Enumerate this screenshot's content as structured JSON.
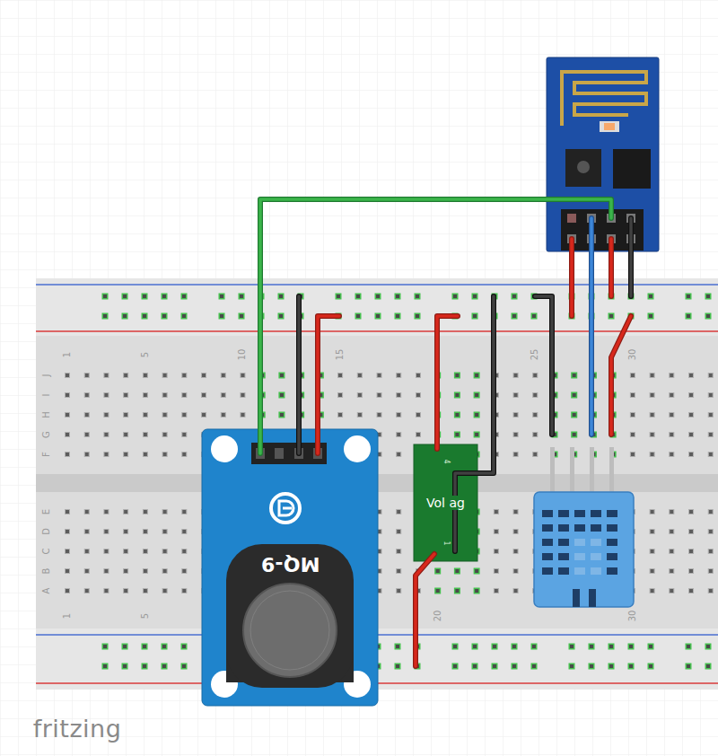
{
  "diagram": {
    "nodes": [
      {
        "text": [
          "MQ-9"
        ]
      },
      {
        "text": [
          "4",
          "Vol ag",
          "1"
        ]
      }
    ],
    "labels": [
      "1",
      "5",
      "10",
      "15",
      "25",
      "30",
      "J",
      "I",
      "H",
      "G",
      "F",
      "E",
      "D",
      "C",
      "B",
      "A",
      "1",
      "5",
      "20",
      "30",
      "fritzing"
    ]
  }
}
